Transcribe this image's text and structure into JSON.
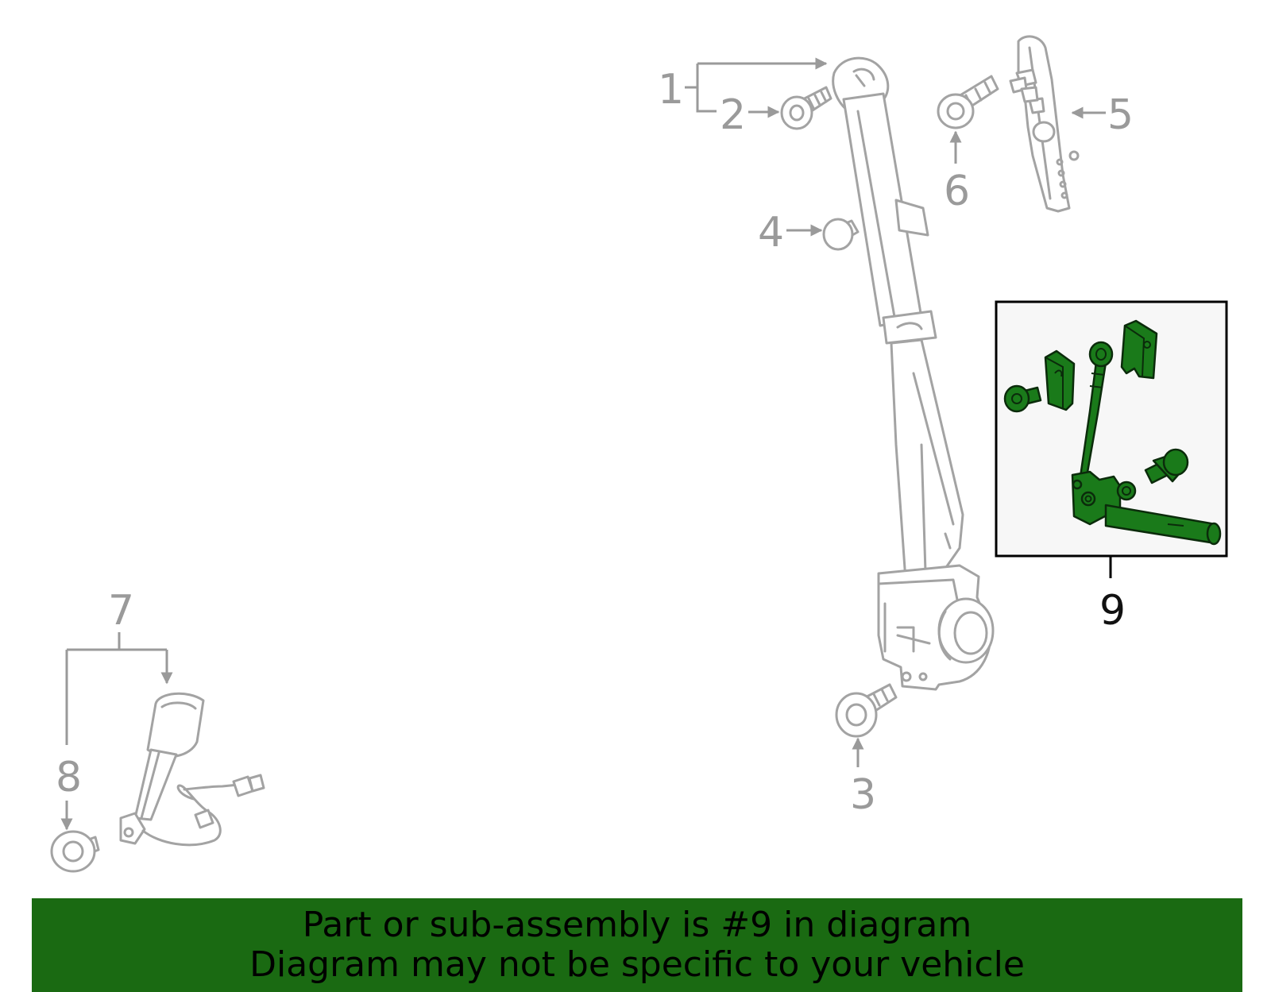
{
  "callouts": {
    "c1": "1",
    "c2": "2",
    "c3": "3",
    "c4": "4",
    "c5": "5",
    "c6": "6",
    "c7": "7",
    "c8": "8",
    "c9": "9"
  },
  "highlighted_part": "9",
  "colors": {
    "highlight_part": "#1a7a1a",
    "inactive_part": "#a3a3a3",
    "banner_background": "#1a6a12",
    "inset_background": "#f7f7f7"
  },
  "banner": {
    "line1": "Part or sub-assembly is #9 in diagram",
    "line2": "Diagram may not be specific to your vehicle"
  }
}
